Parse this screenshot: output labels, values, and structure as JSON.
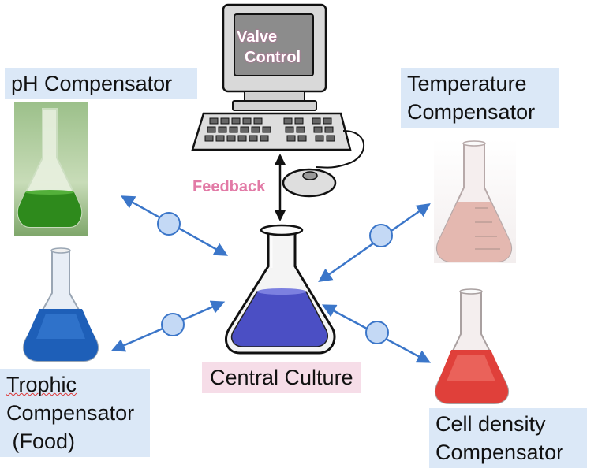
{
  "computer": {
    "screen_line1": "Valve",
    "screen_line2": "Control"
  },
  "feedback_label": "Feedback",
  "central_label": "Central Culture",
  "ph_label": "pH Compensator",
  "temperature_label": {
    "line1": "Temperature",
    "line2": "Compensator"
  },
  "trophic_label": {
    "line1": "Trophic",
    "line2": "Compensator",
    "line3": " (Food)"
  },
  "cell_density_label": {
    "line1": "Cell density",
    "line2": "Compensator"
  },
  "colors": {
    "label_bg": "#dbe8f7",
    "central_bg": "#f6dde8",
    "arrow": "#3b76c9",
    "node_fill": "#c4d9f5",
    "feedback_text": "#e27aa6",
    "central_liquid": "#4b4fc4",
    "ph_liquid": "#2e8a1c",
    "trophic_liquid": "#1e5fb8",
    "temperature_liquid": "#e4b8b0",
    "cell_density_liquid": "#e0403a"
  }
}
